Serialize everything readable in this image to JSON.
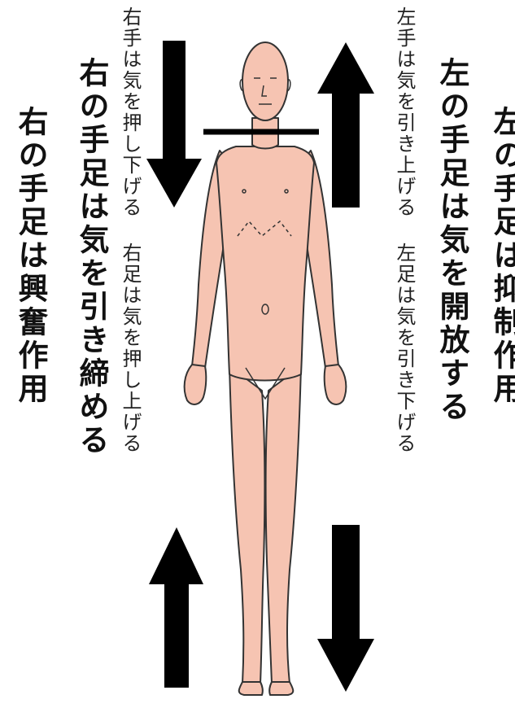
{
  "labels": {
    "right_limbs_excite": "右の手足は興奮作用",
    "right_limbs_tighten": "右の手足は気を引き締める",
    "right_hand_foot_flow": "右手は気を押し下げる 右足は気を押し上げる",
    "left_hand_foot_flow": "左手は気を引き上げる 左足は気を引き下げる",
    "left_limbs_release": "左の手足は気を開放する",
    "left_limbs_inhibit": "左の手足は抑制作用"
  },
  "colors": {
    "skin": "#f6c4b2",
    "outline": "#333333",
    "arrow": "#000000"
  },
  "icons": [
    "arrow-down",
    "arrow-up",
    "arrow-up",
    "arrow-down"
  ]
}
